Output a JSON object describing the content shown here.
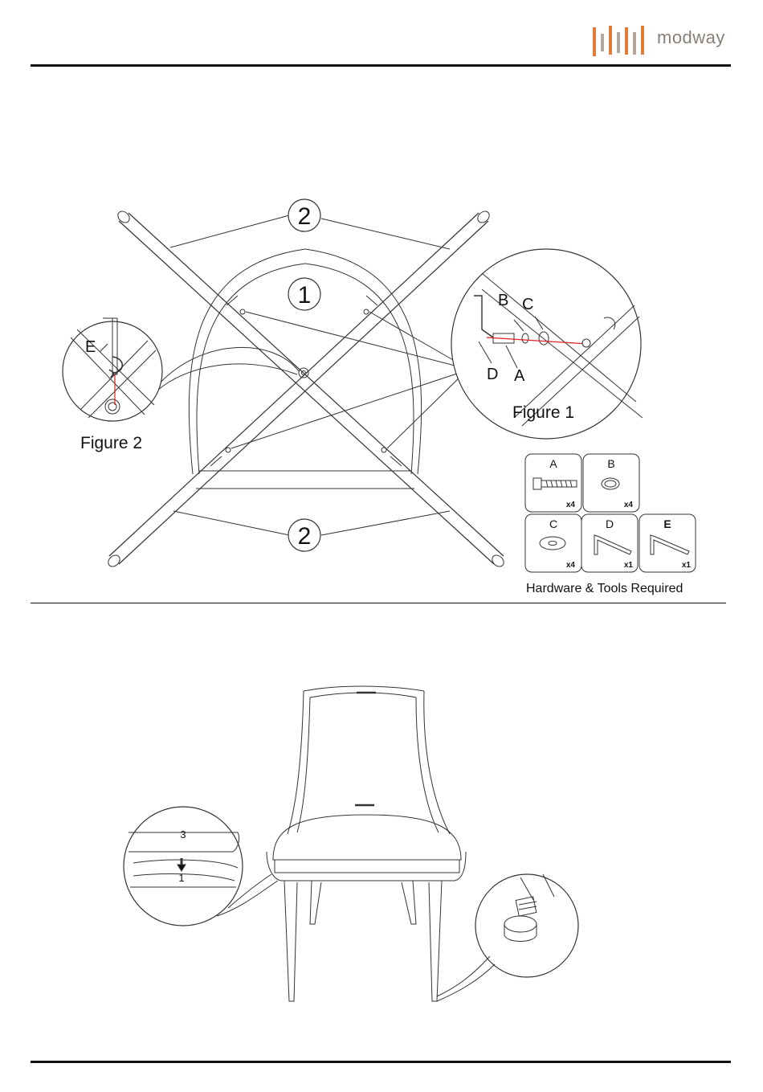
{
  "brand": {
    "name": "modway",
    "colors": {
      "orange": "#e07b39",
      "taupe": "#b7a79a",
      "text": "#8a7f78"
    }
  },
  "step1": {
    "part_labels": {
      "seat": "1",
      "frame_top": "2",
      "frame_bottom": "2"
    },
    "figure1": {
      "caption": "Figure 1",
      "labels": {
        "b": "B",
        "c": "C",
        "d": "D",
        "a": "A"
      }
    },
    "figure2": {
      "caption": "Figure 2",
      "labels": {
        "e": "E"
      }
    },
    "hardware": {
      "caption": "Hardware & Tools Required",
      "items": [
        {
          "letter": "A",
          "qty": "x4",
          "icon": "bolt-icon"
        },
        {
          "letter": "B",
          "qty": "x4",
          "icon": "lock-washer-icon"
        },
        {
          "letter": "C",
          "qty": "x4",
          "icon": "flat-washer-icon"
        },
        {
          "letter": "D",
          "qty": "x1",
          "icon": "allen-key-icon"
        },
        {
          "letter": "E",
          "qty": "x1",
          "icon": "allen-key-icon"
        }
      ]
    }
  },
  "step2": {
    "inset_labels": {
      "cushion": "3",
      "seat": "1"
    }
  }
}
